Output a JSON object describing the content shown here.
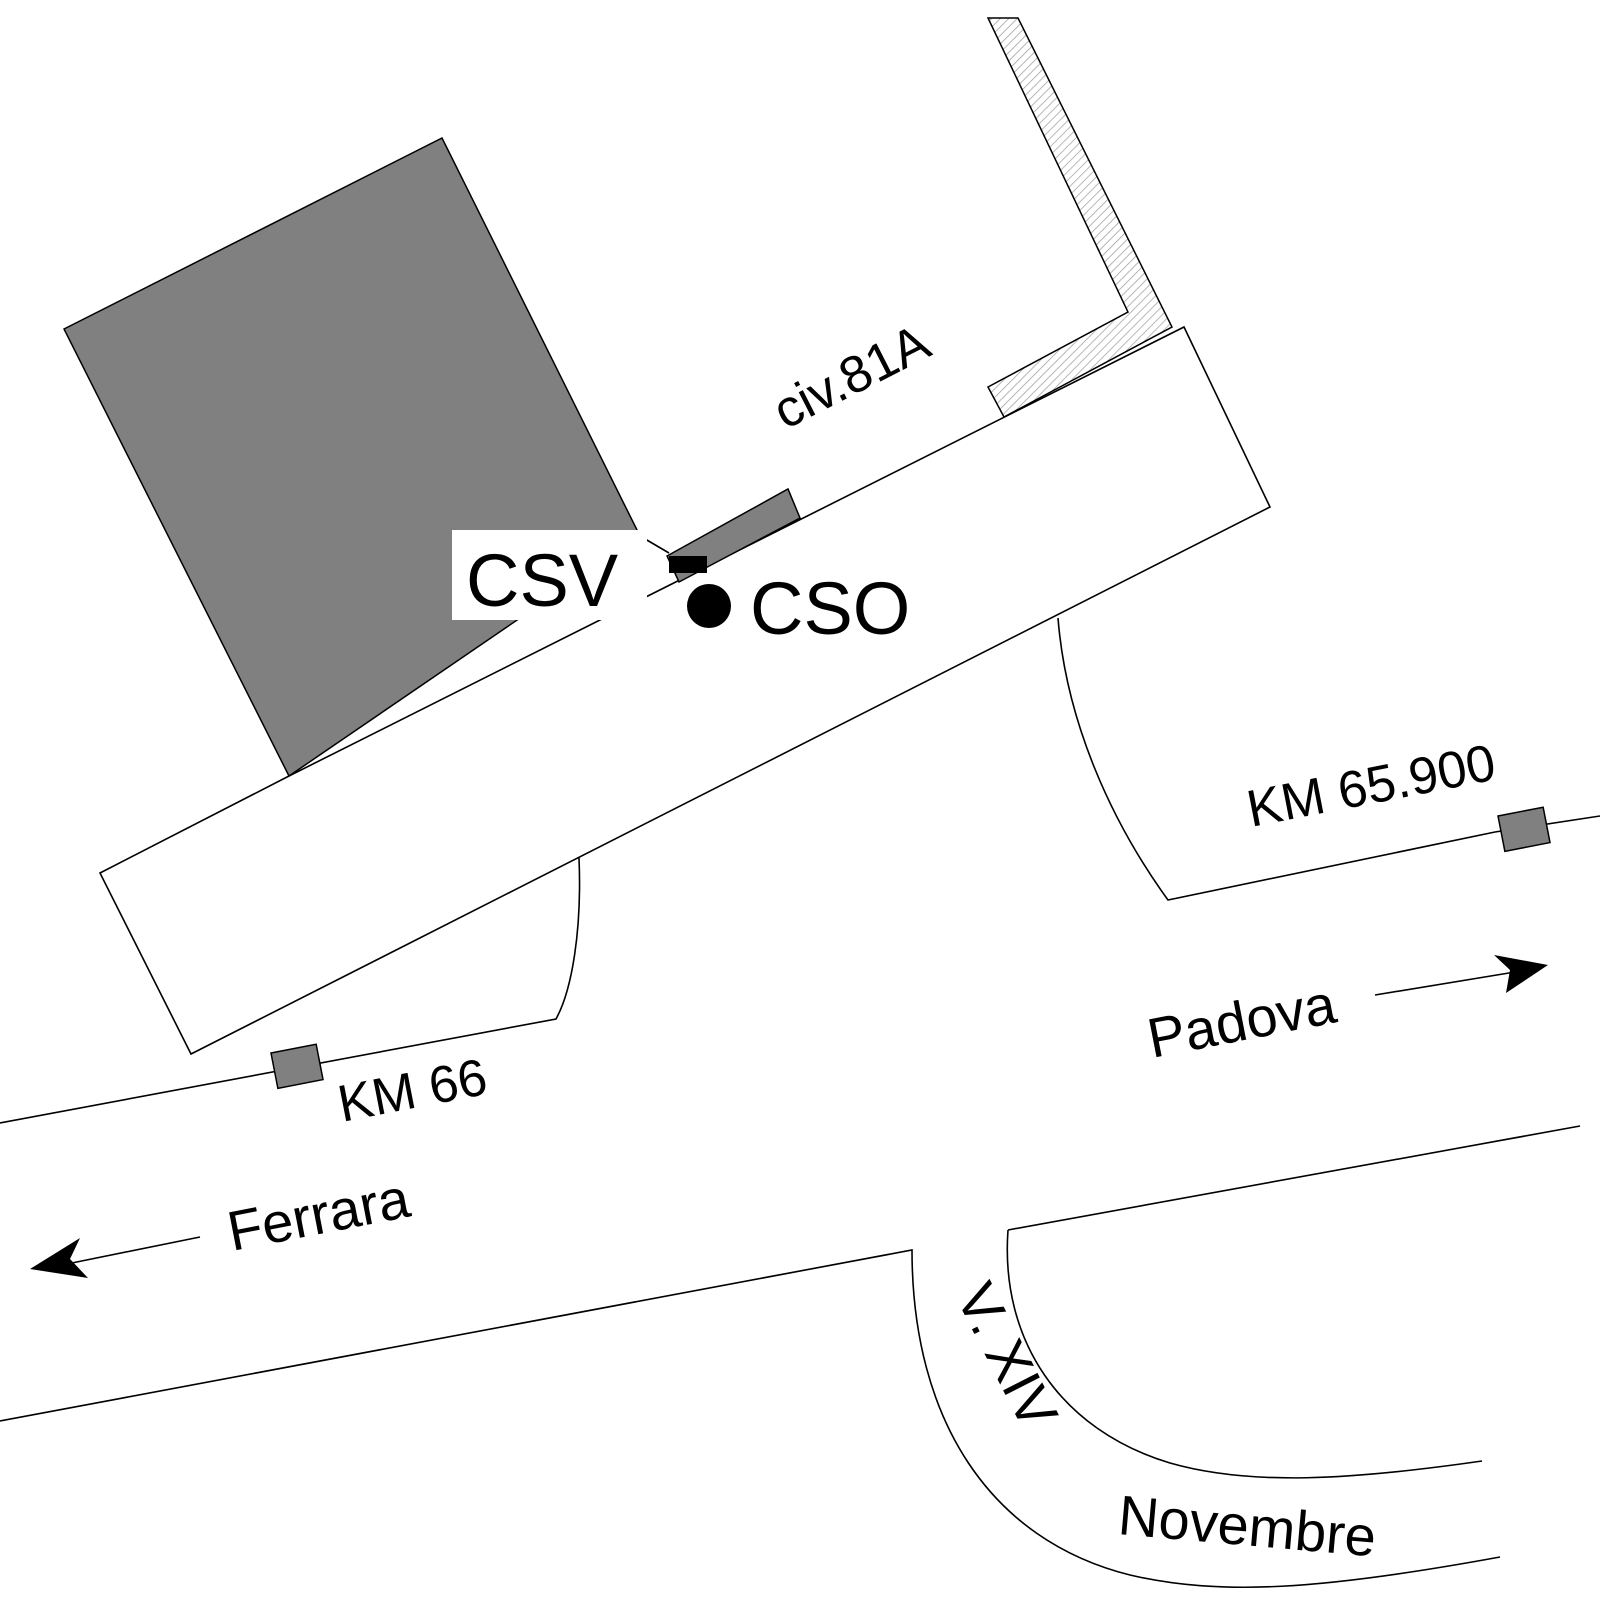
{
  "labels": {
    "csv": "CSV",
    "cso": "CSO",
    "civ": "civ.81A",
    "km65900": "KM 65.900",
    "km66": "KM 66",
    "padova": "Padova",
    "ferrara": "Ferrara",
    "vxiv": "V. XIV",
    "novembre": "Novembre"
  },
  "colors": {
    "building": "#808080",
    "marker": "#808080",
    "hatch": "#9a9a9a",
    "line": "#000000",
    "background": "#ffffff"
  }
}
